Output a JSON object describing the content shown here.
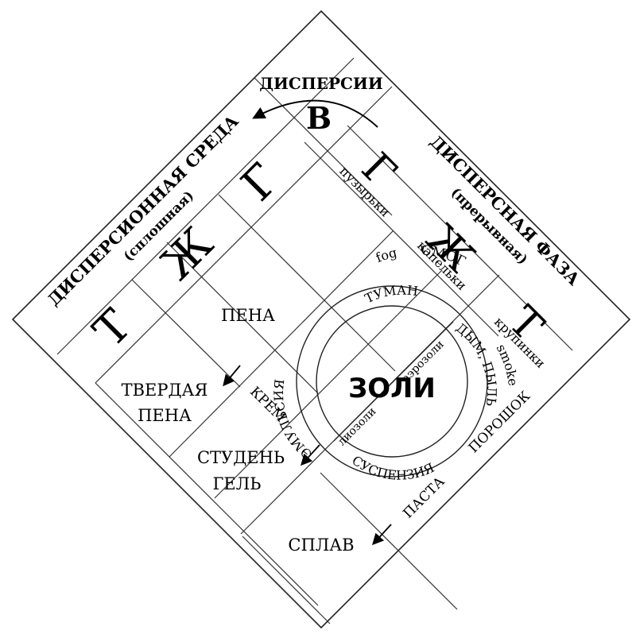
{
  "header": {
    "dispersion_label": "ДИСПЕРСИИ",
    "gas_center": "В"
  },
  "left_axis": {
    "title": "ДИСПЕРСИОННАЯ СРЕДА",
    "subtitle": "(сплошная)",
    "states": [
      "Г",
      "Ж",
      "Т"
    ]
  },
  "right_axis": {
    "title": "ДИСПЕРСНАЯ ФАЗА",
    "subtitle": "(прерывная)",
    "states": [
      "Г",
      "Ж",
      "Т"
    ],
    "state_notes": [
      "пузырьки",
      "капельки",
      "крупинки"
    ]
  },
  "systems": {
    "foam": "ПЕНА",
    "solid_foam_line1": "ТВЕРДАЯ",
    "solid_foam_line2": "ПЕНА",
    "cream": "КРЕМ",
    "jelly_line1": "СТУДЕНЬ",
    "jelly_line2": "ГЕЛЬ",
    "alloy": "СПЛАВ",
    "paste": "ПАСТА",
    "powder": "ПОРОШОК"
  },
  "ring": {
    "center": "ЗОЛИ",
    "outer_top_1": "fog",
    "outer_top_2": "СМОГ",
    "outer_right_1": "smoke",
    "inner_top": "ТУМАН",
    "inner_left": "ЭМУЛЬСИЯ",
    "inner_right": "ДЫМ, ПЫЛЬ",
    "inner_bottom": "СУСПЕНЗИЯ",
    "aerosols": "аэрозоли",
    "lyosols": "лиозоли"
  }
}
